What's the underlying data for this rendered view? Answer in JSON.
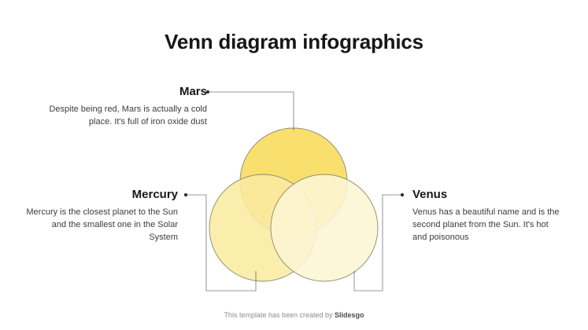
{
  "slide": {
    "title": "Venn diagram infographics",
    "background_color": "#ffffff",
    "title_color": "#17171b"
  },
  "sections": [
    {
      "key": "mars",
      "heading": "Mars",
      "body": "Despite being red, Mars is actually a cold place. It's full of iron oxide dust",
      "align": "right",
      "circle_color": "#f9dd62"
    },
    {
      "key": "mercury",
      "heading": "Mercury",
      "body": "Mercury is the closest planet to the Sun and the smallest one in the Solar System",
      "align": "right",
      "circle_color": "#fbeaa0"
    },
    {
      "key": "venus",
      "heading": "Venus",
      "body": "Venus has a beautiful name and is the second planet from the Sun. It's hot and poisonous",
      "align": "left",
      "circle_color": "#fdf6d5"
    }
  ],
  "venn": {
    "stroke_color": "#8a8a6e",
    "overlap_mars_mercury_color": "#f7d957",
    "overlap_center_color": "#f7ed9d",
    "connector_color": "#9a9a9f"
  },
  "footer": {
    "text": "This template has been created by ",
    "brand": "Slidesgo"
  }
}
